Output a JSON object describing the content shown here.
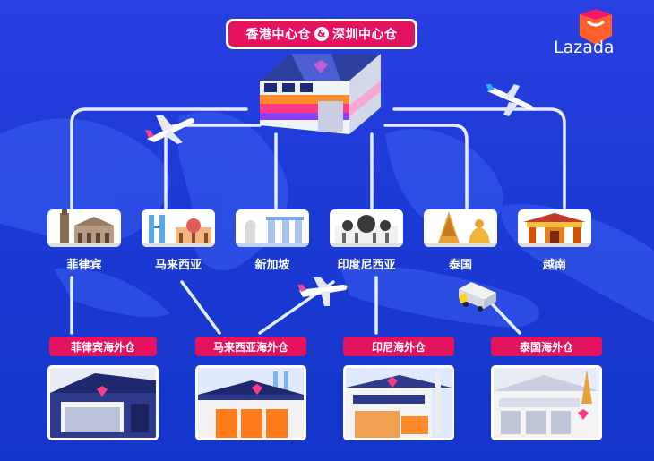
{
  "hub": {
    "label_left": "香港中心仓",
    "ampersand": "&",
    "label_right": "深圳中心仓"
  },
  "logo": {
    "text": "Lazada"
  },
  "countries": [
    {
      "name": "菲律宾"
    },
    {
      "name": "马来西亚"
    },
    {
      "name": "新加坡"
    },
    {
      "name": "印度尼西亚"
    },
    {
      "name": "泰国"
    },
    {
      "name": "越南"
    }
  ],
  "warehouses": [
    {
      "label": "菲律宾海外仓"
    },
    {
      "label": "马来西亚海外仓"
    },
    {
      "label": "印尼海外仓"
    },
    {
      "label": "泰国海外仓"
    }
  ],
  "colors": {
    "accent": "#e5135f",
    "background": "#1c3ad6",
    "line": "#dfe6ff"
  }
}
